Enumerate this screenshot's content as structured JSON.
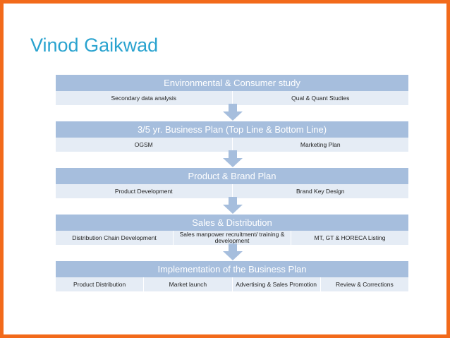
{
  "title": "Vinod Gaikwad",
  "colors": {
    "border": "#f26a1b",
    "title": "#2aa3cf",
    "header_fill": "#a6bedd",
    "item_fill": "#e5ecf5",
    "arrow_fill": "#a6bedd"
  },
  "stages": [
    {
      "header": "Environmental & Consumer study",
      "items": [
        "Secondary data analysis",
        "Qual & Quant Studies"
      ]
    },
    {
      "header": "3/5 yr. Business Plan (Top Line & Bottom Line)",
      "items": [
        "OGSM",
        "Marketing Plan"
      ]
    },
    {
      "header": "Product & Brand Plan",
      "items": [
        "Product Development",
        "Brand Key Design"
      ]
    },
    {
      "header": "Sales & Distribution",
      "items": [
        "Distribution Chain Development",
        "Sales manpower recruitment/ training & development",
        "MT, GT & HORECA Listing"
      ]
    },
    {
      "header": "Implementation of the Business Plan",
      "items": [
        "Product Distribution",
        "Market launch",
        "Advertising & Sales Promotion",
        "Review & Corrections"
      ]
    }
  ],
  "arrow_icon": "down-arrow-icon"
}
